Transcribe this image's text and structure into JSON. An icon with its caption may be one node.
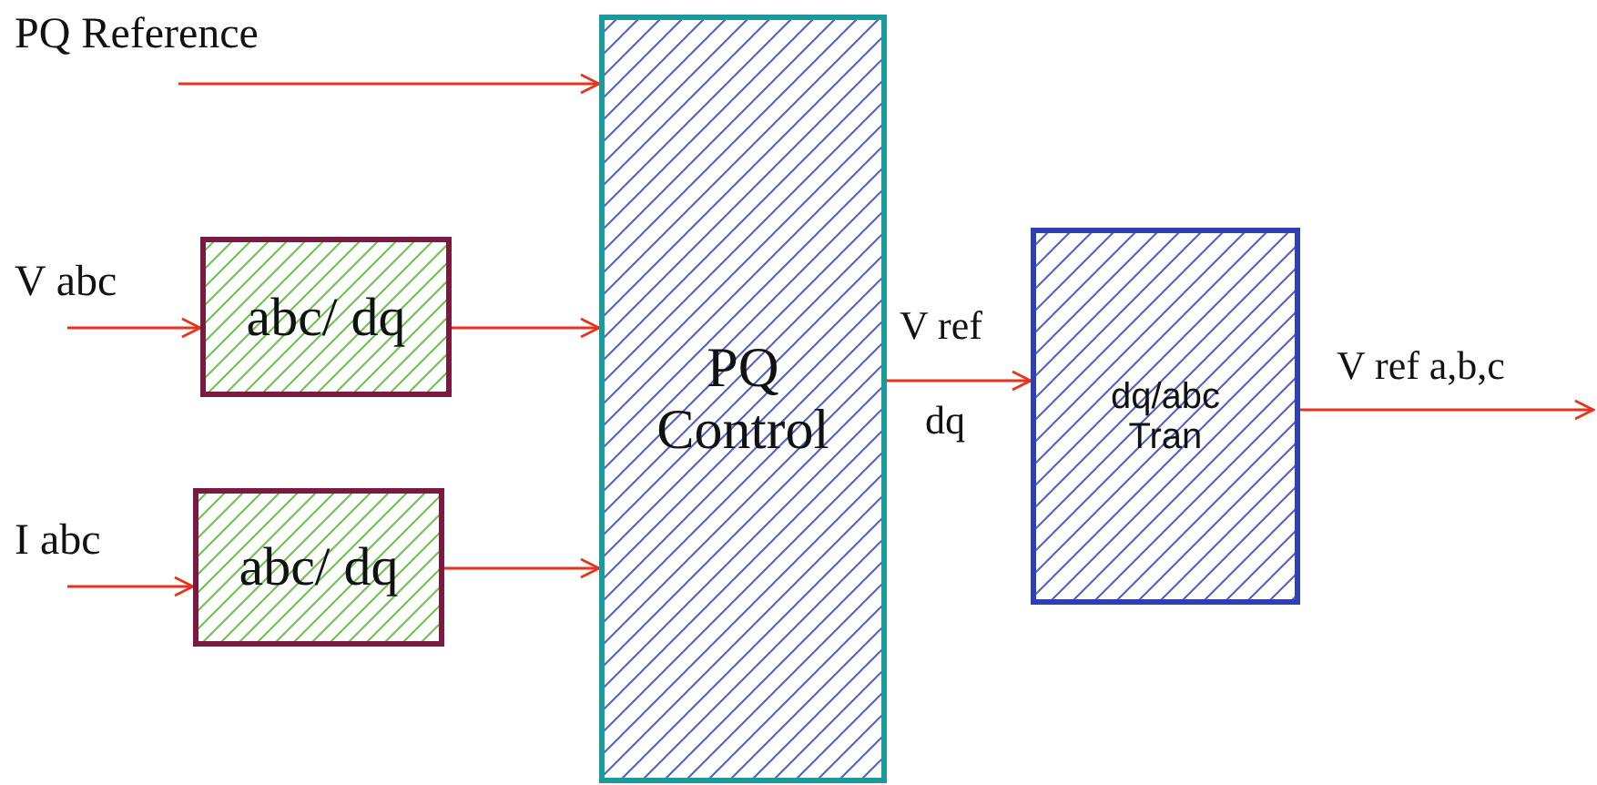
{
  "diagram": {
    "nodes": [
      {
        "text": [
          "PQ Reference"
        ]
      },
      {
        "text": [
          "V abc"
        ]
      },
      {
        "text": [
          "I abc"
        ]
      },
      {
        "text": [
          "abc/ dq"
        ]
      },
      {
        "text": [
          "abc/ dq"
        ]
      },
      {
        "text": [
          "PQ Control"
        ]
      },
      {
        "text": [
          "dq/abc Tran"
        ]
      }
    ],
    "edges": [
      {
        "from": 0,
        "to": 5,
        "arrow": "to"
      },
      {
        "from": 1,
        "to": 3,
        "arrow": "to"
      },
      {
        "from": 3,
        "to": 5,
        "arrow": "to"
      },
      {
        "from": 2,
        "to": 4,
        "arrow": "to"
      },
      {
        "from": 4,
        "to": 5,
        "arrow": "to"
      },
      {
        "from": 5,
        "to": 6,
        "label": "V ref",
        "arrow": "to"
      },
      {
        "from": 6,
        "to": null,
        "label": "V ref a,b,c",
        "arrow": "to"
      }
    ],
    "labels": [
      "dq"
    ]
  }
}
